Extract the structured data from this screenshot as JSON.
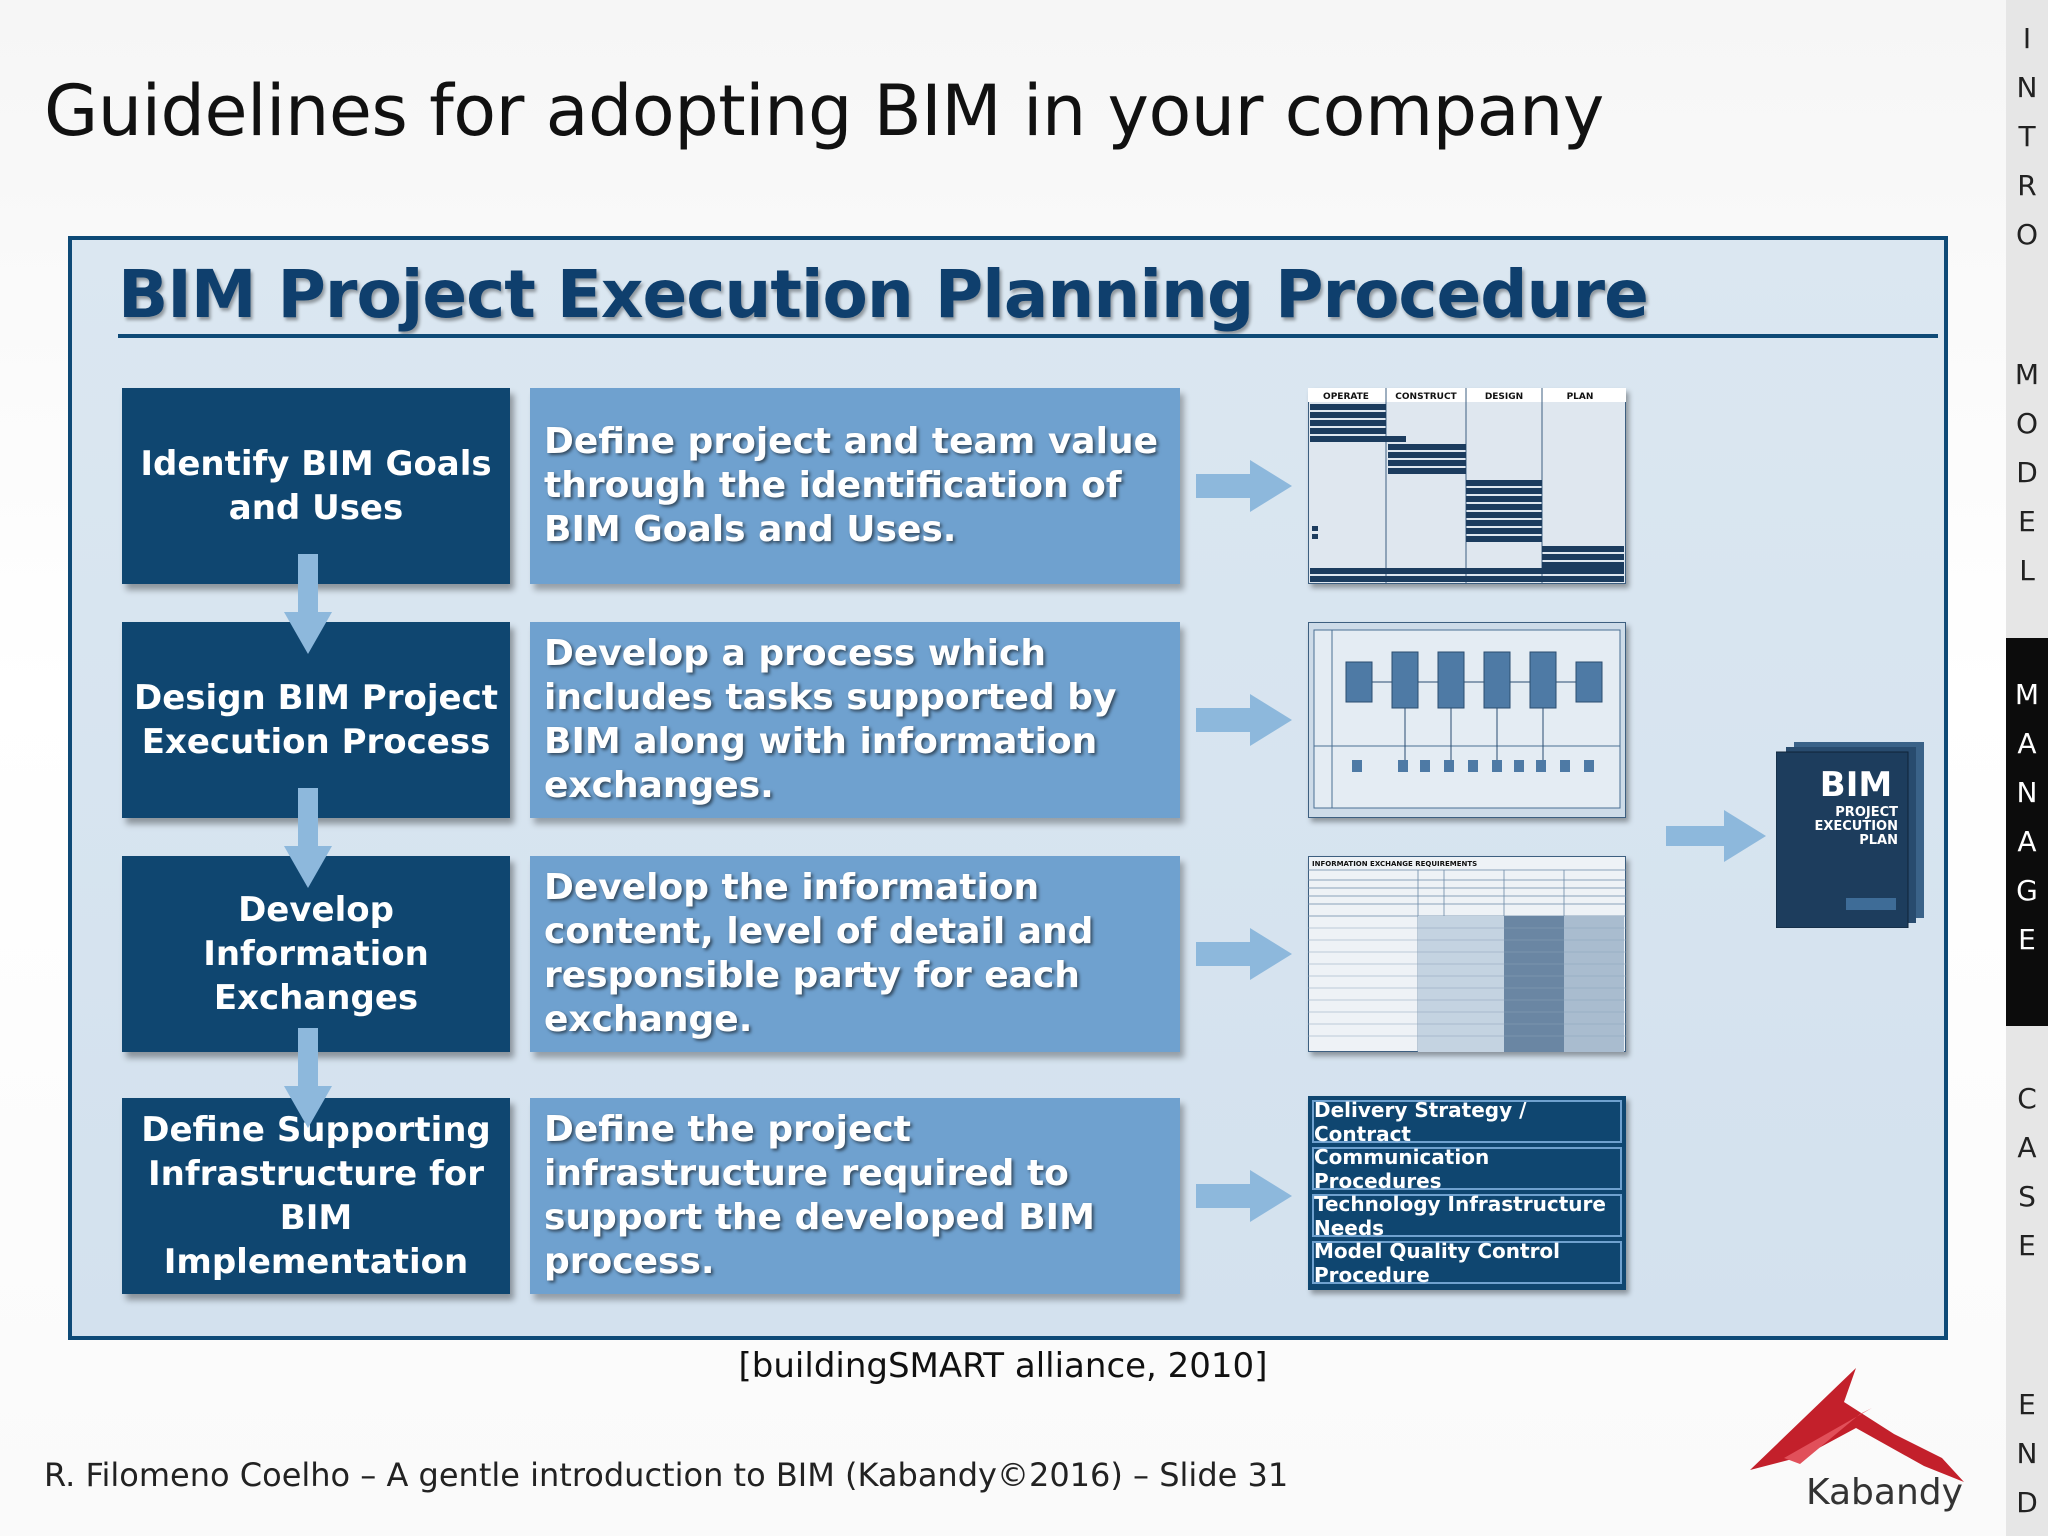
{
  "slide": {
    "title": "Guidelines for adopting BIM in your company",
    "citation": "[buildingSMART alliance, 2010]",
    "footer": "R. Filomeno Coelho – A gentle introduction to BIM (Kabandy©2016) – Slide 31",
    "logo_text": "Kabandy"
  },
  "side_nav": [
    {
      "letters": [
        "I",
        "N",
        "T",
        "R",
        "O"
      ],
      "active": false
    },
    {
      "letters": [
        "M",
        "O",
        "D",
        "E",
        "L"
      ],
      "active": false
    },
    {
      "letters": [
        "M",
        "A",
        "N",
        "A",
        "G",
        "E"
      ],
      "active": true
    },
    {
      "letters": [
        "C",
        "A",
        "S",
        "E"
      ],
      "active": false
    },
    {
      "letters": [
        "E",
        "N",
        "D"
      ],
      "active": false
    }
  ],
  "figure": {
    "title": "BIM Project Execution Planning Procedure",
    "steps": [
      {
        "label": "Identify BIM Goals and Uses",
        "description": "Define project and team value through the identification of BIM Goals and Uses."
      },
      {
        "label": "Design BIM Project Execution Process",
        "description": "Develop a process which includes tasks supported by BIM along with information exchanges."
      },
      {
        "label": "Develop Information Exchanges",
        "description": "Develop the information content, level of detail and responsible party for each exchange."
      },
      {
        "label": "Define Supporting Infrastructure for BIM Implementation",
        "description": "Define the project infrastructure required to support the developed BIM process."
      }
    ],
    "thumb1_headers": [
      "OPERATE",
      "CONSTRUCT",
      "DESIGN",
      "PLAN"
    ],
    "thumb3_header": "INFORMATION EXCHANGE REQUIREMENTS",
    "infrastructure_items": [
      "Delivery Strategy / Contract",
      "Communication Procedures",
      "Technology Infrastructure Needs",
      "Model Quality Control Procedure"
    ],
    "book": {
      "title": "BIM",
      "subtitle_lines": [
        "PROJECT",
        "EXECUTION",
        "PLAN"
      ]
    }
  },
  "colors": {
    "dark_blue": "#0f4670",
    "light_blue": "#6fa1cf",
    "panel_bg": "#d6e3ef",
    "active_nav": "#0c0c0c",
    "logo_red": "#c3202b"
  }
}
